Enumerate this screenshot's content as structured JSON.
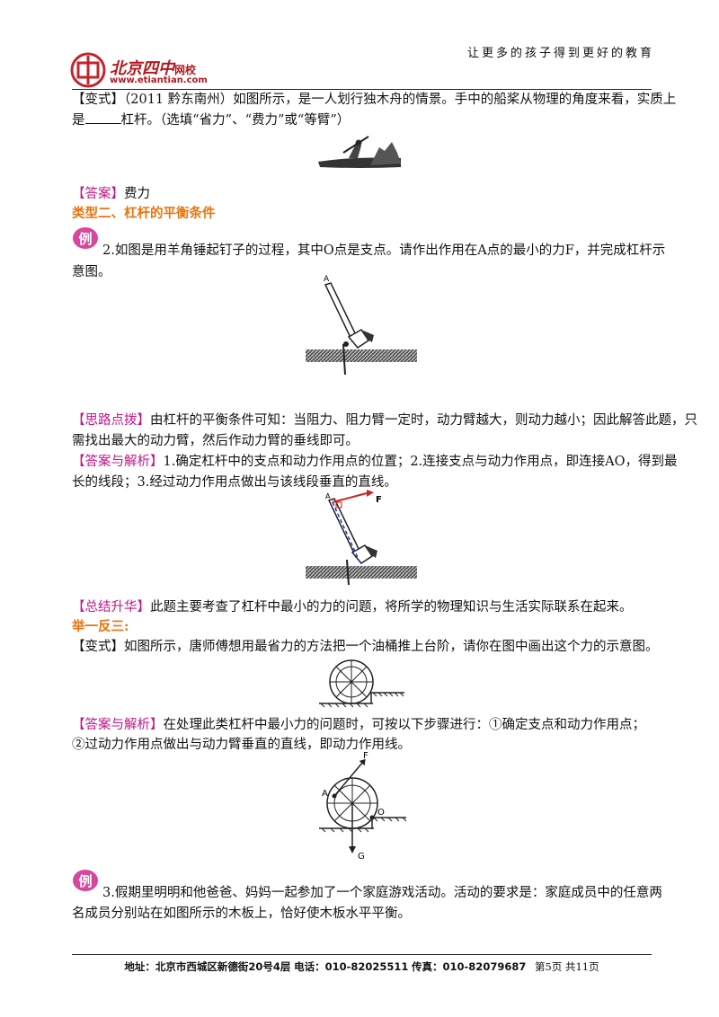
{
  "header": {
    "logo_cn": "北京四中",
    "logo_suffix": "网校",
    "logo_url": "www.etiantian.com",
    "slogan": "让更多的孩子得到更好的教育"
  },
  "variant1": {
    "label": "【变式】",
    "text1": "（2011  黔东南州）如图所示，是一人划行独木舟的情景。手中的船桨从物理的角度来看，实质上",
    "text2a": "是",
    "text2b": "杠杆。（选填“省力”、“费力”或“等臂”）"
  },
  "answer1": {
    "label": "【答案】",
    "text": "费力"
  },
  "section2_title": "类型二、杠杆的平衡条件",
  "example_badge": "例",
  "example2": {
    "text1": "2.如图是用羊角锤起钉子的过程，其中O点是支点。请作出作用在A点的最小的力F，并完成杠杆示",
    "text2": "意图。"
  },
  "hint": {
    "label": "【思路点拨】",
    "text1": "由杠杆的平衡条件可知：当阻力、阻力臂一定时，动力臂越大，则动力越小；因此解答此题，只",
    "text2": "需找出最大的动力臂，然后作动力臂的垂线即可。"
  },
  "analysis1": {
    "label": "【答案与解析】",
    "text1": "1.确定杠杆中的支点和动力作用点的位置；2.连接支点与动力作用点，即连接AO，得到最",
    "text2": "长的线段；3.经过动力作用点做出与该线段垂直的直线。"
  },
  "summary": {
    "label": "【总结升华】",
    "text": "此题主要考查了杠杆中最小的力的问题，将所学的物理知识与生活实际联系在起来。"
  },
  "practice_title": "举一反三:",
  "variant2": {
    "label": "【变式】",
    "text": "如图所示，唐师傅想用最省力的方法把一个油桶推上台阶，请你在图中画出这个力的示意图。"
  },
  "analysis2": {
    "label": "【答案与解析】",
    "text1": "在处理此类杠杆中最小力的问题时，可按以下步骤进行：①确定支点和动力作用点；",
    "text2": "②过动力作用点做出与动力臂垂直的直线，即动力作用线。"
  },
  "example3": {
    "text1": "3.假期里明明和他爸爸、妈妈一起参加了一个家庭游戏活动。活动的要求是：家庭成员中的任意两",
    "text2": "名成员分别站在如图所示的木板上，恰好使木板水平平衡。"
  },
  "figure_labels": {
    "hammer_A": "A",
    "hammer2_A": "A",
    "hammer2_F": "F",
    "barrel_F": "F",
    "barrel_A": "A",
    "barrel_O": "O",
    "barrel_G": "G"
  },
  "footer": {
    "address_label": "地址：",
    "address": "北京市西城区新德街20号4层",
    "phone_label": "电话：",
    "phone": "010-82025511",
    "fax_label": "传真：",
    "fax": "010-82079687",
    "page": "第5页  共11页"
  }
}
